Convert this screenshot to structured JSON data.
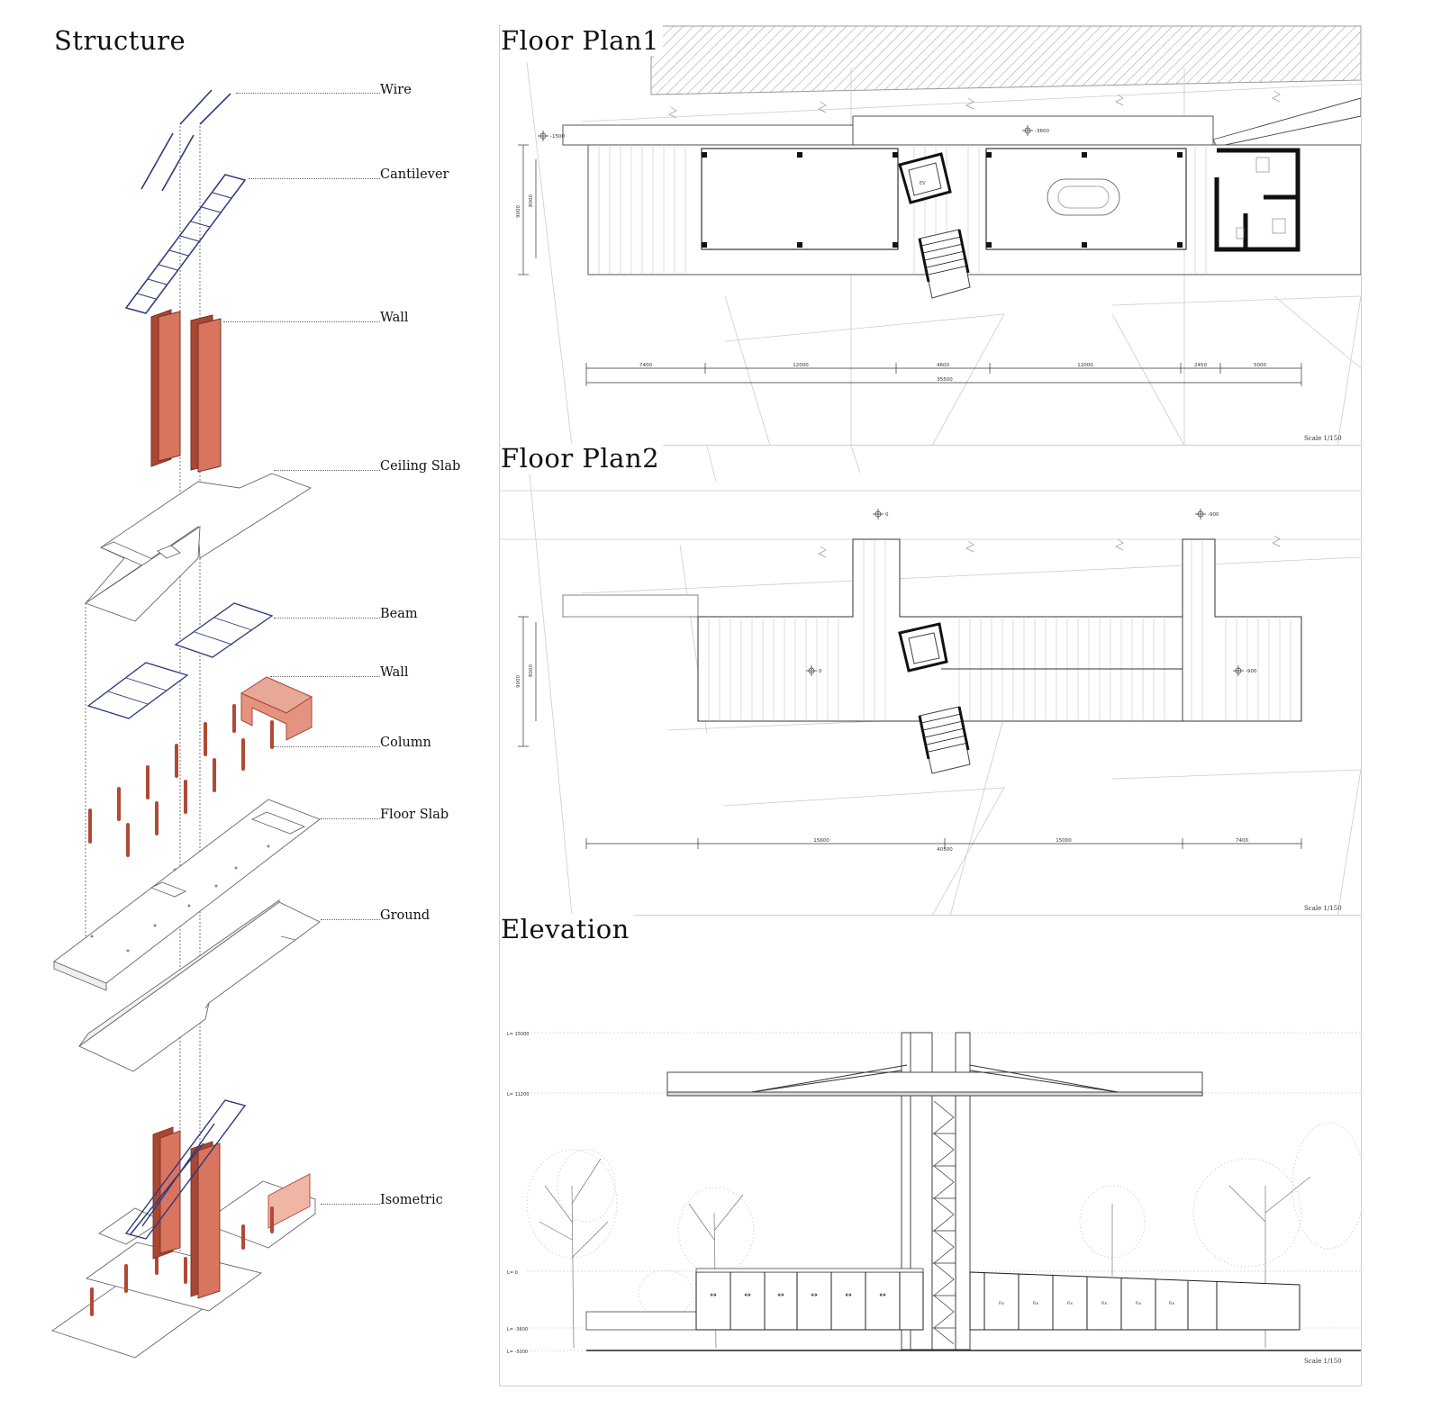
{
  "structure": {
    "title": "Structure",
    "labels": {
      "wire": "Wire",
      "cantilever": "Cantilever",
      "wall_upper": "Wall",
      "ceiling_slab": "Ceiling Slab",
      "beam": "Beam",
      "wall_lower": "Wall",
      "column": "Column",
      "floor_slab": "Floor Slab",
      "ground": "Ground",
      "isometric": "Isometric"
    }
  },
  "floor_plan_1": {
    "title": "Floor Plan1",
    "scale": "Scale 1/150",
    "level_left": "-1500",
    "level_right": "-3600",
    "dims_row": [
      "7400",
      "12000",
      "4600",
      "12000",
      "2450",
      "5000"
    ],
    "dim_total": "35500",
    "dim_vertical": [
      "8000",
      "9000"
    ]
  },
  "floor_plan_2": {
    "title": "Floor Plan2",
    "scale": "Scale 1/150",
    "level_left": "0",
    "level_right": "-900",
    "level_mid_left": "0",
    "level_mid_right": "-900",
    "dims_row": [
      "15600",
      "15000",
      "7400"
    ],
    "dim_total": "40500",
    "dim_vertical": [
      "8000",
      "9000"
    ]
  },
  "elevation": {
    "title": "Elevation",
    "scale": "Scale 1/150",
    "levels": [
      "L= 15000",
      "L= 11200",
      "L= 0",
      "L= -3600",
      "L= -5000"
    ],
    "door_arrow": "↔",
    "window_mark": "Fix"
  },
  "colors": {
    "wall_red": "#d9745f",
    "wall_red_dark": "#a94733",
    "beam_blue": "#2b3a7a",
    "hatch": "#9a9a9a"
  }
}
